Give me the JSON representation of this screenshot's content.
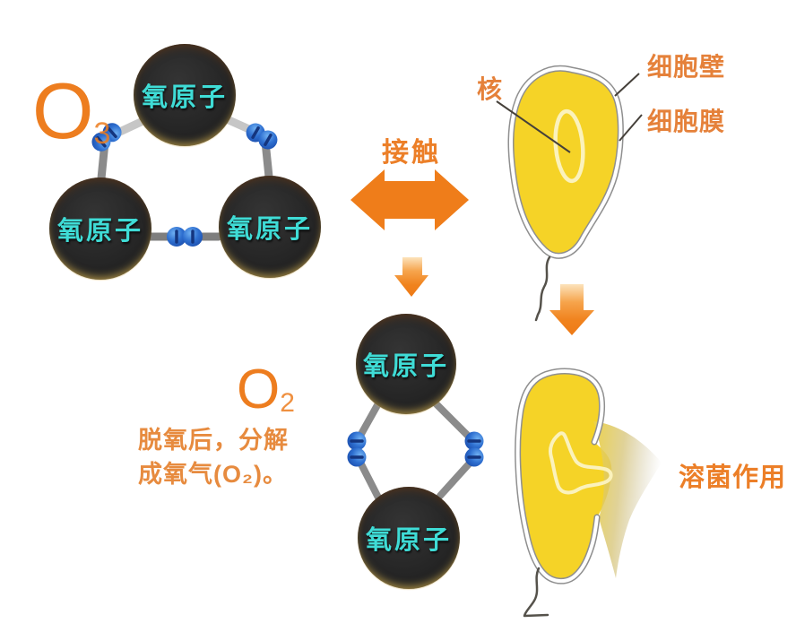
{
  "colors": {
    "accent_orange": "#ED7D1F",
    "label_orange": "#E5813A",
    "caption_orange": "#E78B3F",
    "arrow_orange": "#EF7D1A",
    "atom_text_cyan": "#3FDCD6",
    "atom_dark": "#262626",
    "bond_gray": "#8B8B8B",
    "connector_blue": "#2E6FD0",
    "cell_yellow": "#F5D327",
    "membrane_gray": "#8F8F8F",
    "nucleus_outline_cream": "#FBF2BC",
    "pointer_line_dark": "#45403A"
  },
  "o3": {
    "formula_main": "O",
    "formula_sub": "3",
    "atom_labels": [
      "氧原子",
      "氧原子",
      "氧原子"
    ]
  },
  "contact_arrow": {
    "label": "接触"
  },
  "intact_cell": {
    "nucleus_label": "核",
    "cell_wall_label": "细胞壁",
    "cell_membrane_label": "细胞膜"
  },
  "o2": {
    "formula_main": "O",
    "formula_sub": "2",
    "caption_line1": "脱氧后，分解",
    "caption_line2": "成氧气(O₂)。",
    "atom_labels": [
      "氧原子",
      "氧原子"
    ]
  },
  "lysed_cell": {
    "action_label": "溶菌作用"
  }
}
